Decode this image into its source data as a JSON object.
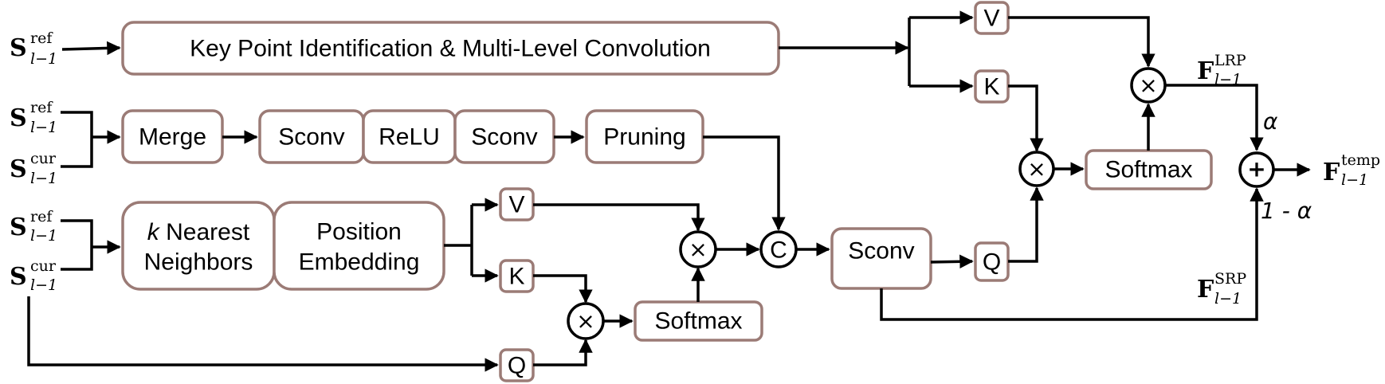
{
  "diagram": {
    "inputs": {
      "s_ref": {
        "base": "S",
        "sup": "ref",
        "sub": "l−1"
      },
      "s_cur": {
        "base": "S",
        "sup": "cur",
        "sub": "l−1"
      }
    },
    "blocks": {
      "keypoint": "Key Point Identification & Multi-Level Convolution",
      "merge": "Merge",
      "sconv1": "Sconv",
      "relu": "ReLU",
      "sconv2": "Sconv",
      "pruning": "Pruning",
      "knn_k": "k",
      "knn_line1": "Nearest",
      "knn_line2": "Neighbors",
      "posemb_line1": "Position",
      "posemb_line2": "Embedding",
      "v": "V",
      "k": "K",
      "q": "Q",
      "softmax": "Softmax",
      "sconv3": "Sconv",
      "concat": "C"
    },
    "operators": {
      "multiply": "×",
      "add": "+"
    },
    "outputs": {
      "f_lrp": {
        "base": "F",
        "sup": "LRP",
        "sub": "l−1"
      },
      "f_srp": {
        "base": "F",
        "sup": "SRP",
        "sub": "l−1"
      },
      "f_temp": {
        "base": "F",
        "sup": "temp",
        "sub": "l−1"
      }
    },
    "weights": {
      "alpha": "α",
      "one_minus_alpha": "1 - α"
    },
    "colors": {
      "box_border": "#9b7b76",
      "line": "#000000"
    }
  }
}
